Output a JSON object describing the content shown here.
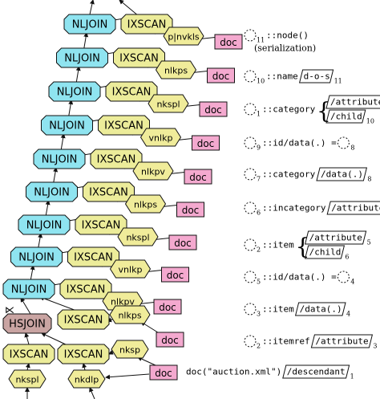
{
  "colors": {
    "nljoin_fill": "#8fe4f0",
    "ixscan_fill": "#ecec9a",
    "nlkps_fill": "#f0ec9a",
    "doc_fill": "#f4a9cf",
    "hsjoin_fill": "#c9a4a2",
    "stroke": "#111111"
  },
  "operators": {
    "nljoin": "NLJOIN",
    "ixscan": "IXSCAN",
    "hsjoin": "HSJOIN",
    "doc": "doc",
    "join_symbol": "⋉"
  },
  "rows": [
    {
      "key": "r0",
      "pred": "p|nvkls"
    },
    {
      "key": "r1",
      "pred": "nlkps"
    },
    {
      "key": "r2",
      "pred": "nkspl"
    },
    {
      "key": "r3",
      "pred": "vnlkp"
    },
    {
      "key": "r4",
      "pred": "nlkpv"
    },
    {
      "key": "r5",
      "pred": "nlkps"
    },
    {
      "key": "r6",
      "pred": "nkspl"
    },
    {
      "key": "r7",
      "pred": "vnlkp"
    },
    {
      "key": "r8",
      "pred": "nlkpv"
    },
    {
      "key": "r9",
      "pred": "nlkps"
    },
    {
      "key": "r10",
      "pred": "nksp"
    }
  ],
  "bottom": {
    "left_pred": "nkspl",
    "right_pred": "nkdlp"
  },
  "annotations": [
    {
      "key": "a11",
      "sub": "11",
      "text": "::node()",
      "extra": "(serialization)"
    },
    {
      "key": "a10",
      "sub": "10",
      "text": "::name",
      "box": "d-o-s",
      "boxsub": "11"
    },
    {
      "key": "a1",
      "sub": "1",
      "text": "::category",
      "brace": [
        "/attribute",
        "/child"
      ],
      "bracesub": [
        "",
        "10"
      ]
    },
    {
      "key": "a9",
      "sub": "9",
      "text": "::id/data(.) =",
      "eqsub": "8"
    },
    {
      "key": "a7",
      "sub": "7",
      "text": "::category",
      "box": "/data(.)",
      "boxsub": "8"
    },
    {
      "key": "a6",
      "sub": "6",
      "text": "::incategory",
      "box": "/attribute",
      "boxsub": "7"
    },
    {
      "key": "a2",
      "sub": "2",
      "text": "::item",
      "brace": [
        "/attribute",
        "/child"
      ],
      "bracesub": [
        "5",
        "6"
      ]
    },
    {
      "key": "a5",
      "sub": "5",
      "text": "::id/data(.) =",
      "eqsub": "4"
    },
    {
      "key": "a3",
      "sub": "3",
      "text": "::item",
      "box": "/data(.)",
      "boxsub": "4"
    },
    {
      "key": "a2b",
      "sub": "2",
      "text": "::itemref",
      "box": "/attribute",
      "boxsub": "3"
    },
    {
      "key": "a0",
      "sub": "",
      "text": "doc(\"auction.xml\")",
      "box": "/descendant",
      "boxsub": "1"
    }
  ]
}
